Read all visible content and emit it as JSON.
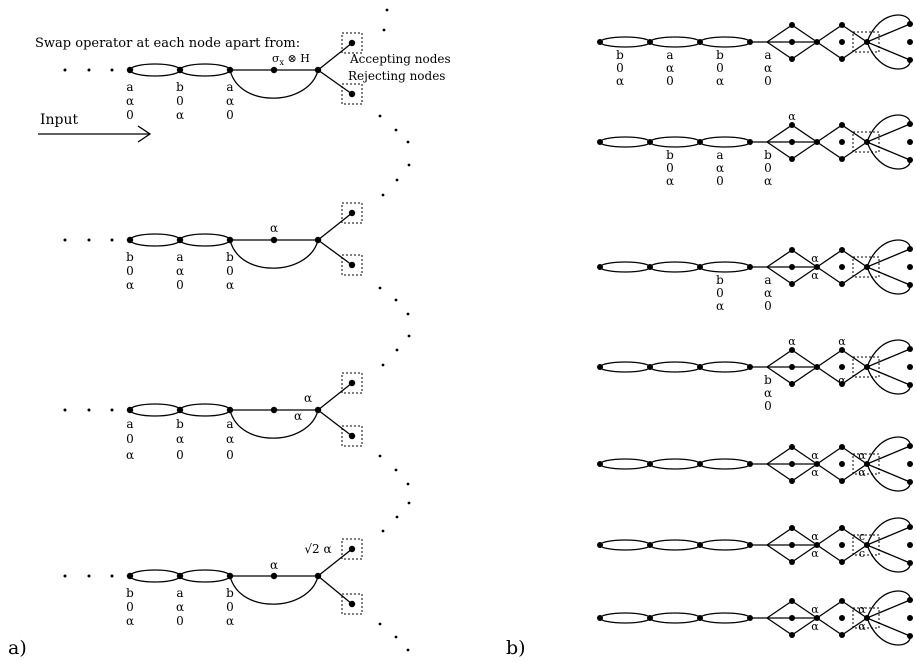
{
  "panel_labels": {
    "a": "a)",
    "b": "b)"
  },
  "header": {
    "swap_text": "Swap operator at each node apart from:",
    "operator": "σ",
    "operator_sub": "x",
    "operator_rest": " ⊗ H",
    "accepting": "Accepting nodes",
    "rejecting": "Rejecting nodes",
    "input": "Input"
  },
  "panel_a": {
    "rows": [
      {
        "cols": [
          [
            "a",
            "α",
            "0"
          ],
          [
            "b",
            "0",
            "α"
          ],
          [
            "a",
            "α",
            "0"
          ]
        ],
        "amplitudes": []
      },
      {
        "cols": [
          [
            "b",
            "0",
            "α"
          ],
          [
            "a",
            "α",
            "0"
          ],
          [
            "b",
            "0",
            "α"
          ]
        ],
        "amplitudes": [
          "α"
        ]
      },
      {
        "cols": [
          [
            "a",
            "0",
            "α"
          ],
          [
            "b",
            "α",
            "0"
          ],
          [
            "a",
            "α",
            "0"
          ]
        ],
        "amplitudes": [
          "α",
          "α"
        ]
      },
      {
        "cols": [
          [
            "b",
            "0",
            "α"
          ],
          [
            "a",
            "α",
            "0"
          ],
          [
            "b",
            "0",
            "α"
          ]
        ],
        "amplitudes": [
          "α",
          "√2 α"
        ]
      }
    ]
  },
  "panel_b": {
    "rows": [
      {
        "cols": [
          [
            "b",
            "0",
            "α"
          ],
          [
            "a",
            "α",
            "0"
          ],
          [
            "b",
            "0",
            "α"
          ],
          [
            "a",
            "α",
            "0"
          ]
        ],
        "amplitudes": []
      },
      {
        "cols": [
          [
            "b",
            "0",
            "α"
          ],
          [
            "a",
            "α",
            "0"
          ],
          [
            "b",
            "0",
            "α"
          ]
        ],
        "amplitudes": [
          "α"
        ]
      },
      {
        "cols": [
          [
            "b",
            "0",
            "α"
          ],
          [
            "a",
            "α",
            "0"
          ]
        ],
        "amplitudes": [
          "α",
          "α"
        ]
      },
      {
        "cols": [
          [
            "b",
            "α",
            "0"
          ]
        ],
        "amplitudes": [
          "α",
          "α",
          "α"
        ]
      },
      {
        "cols": [],
        "amplitudes": [
          "α",
          "α",
          "α",
          "α"
        ]
      },
      {
        "cols": [],
        "amplitudes": [
          "α",
          "α",
          "c",
          "c"
        ]
      },
      {
        "cols": [],
        "amplitudes": [
          "α",
          "α",
          "α",
          "α"
        ]
      }
    ]
  }
}
